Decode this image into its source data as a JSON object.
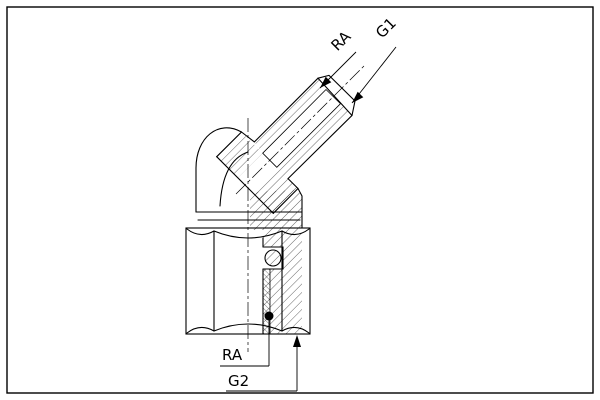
{
  "drawing": {
    "background": "#ffffff",
    "line_color": "#000000",
    "type": "sectioned 45-degree elbow fitting",
    "labels": {
      "g1": "G1",
      "ra_top": "RA",
      "ra_bottom": "RA",
      "g2": "G2"
    }
  }
}
